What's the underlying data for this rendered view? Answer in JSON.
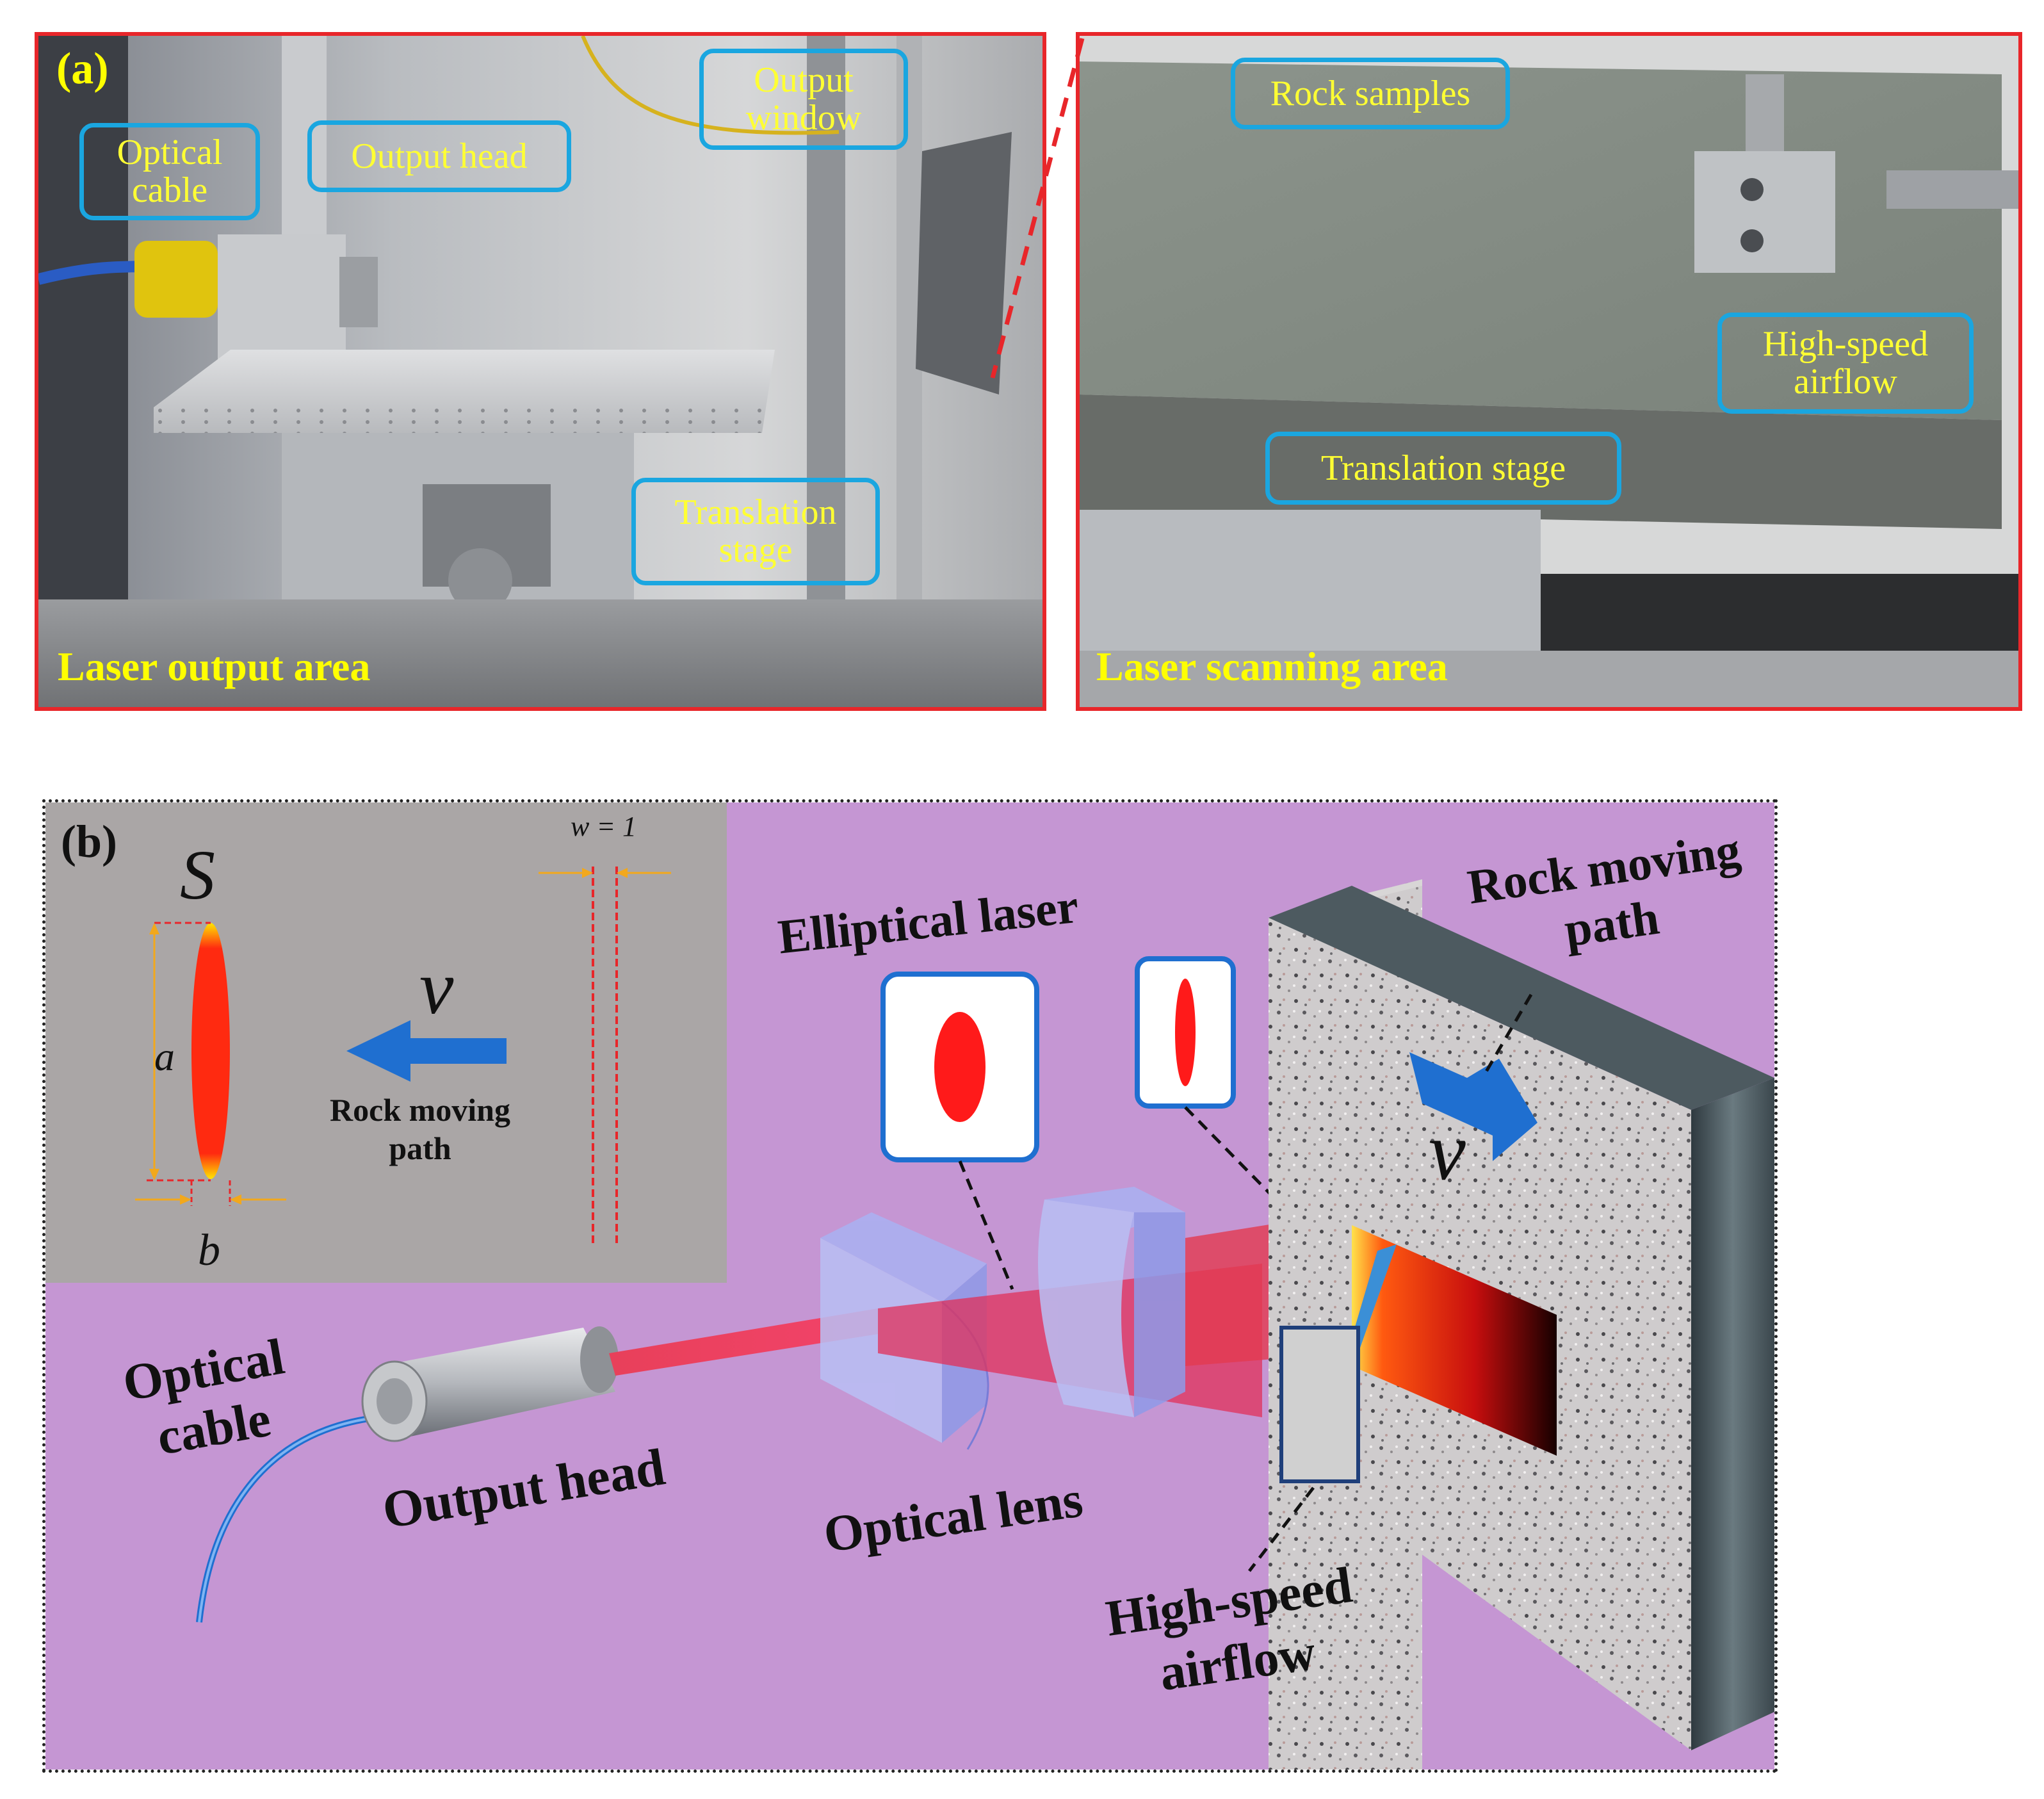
{
  "panel_a": {
    "letter": "(a)",
    "left": {
      "area_label": "Laser output area",
      "callouts": {
        "optical_cable": "Optical cable",
        "output_head": "Output head",
        "output_window": "Output window",
        "translation_stage": "Translation stage"
      }
    },
    "right": {
      "area_label": "Laser scanning area",
      "callouts": {
        "rock_samples": "Rock  samples",
        "high_speed_airflow": "High-speed airflow",
        "translation_stage": "Translation  stage"
      }
    }
  },
  "panel_b": {
    "letter": "(b)",
    "inset": {
      "s_symbol": "S",
      "a_symbol": "a",
      "b_symbol": "b",
      "v_symbol": "v",
      "w_label": "w = 1",
      "rock_moving_path": "Rock moving path"
    },
    "labels": {
      "elliptical_laser": "Elliptical laser",
      "rock_moving_path": "Rock moving path",
      "v_symbol": "v",
      "optical_cable": "Optical cable",
      "output_head": "Output head",
      "optical_lens": "Optical lens",
      "high_speed_airflow": "High-speed airflow"
    }
  },
  "colors": {
    "frame_red": "#e8262a",
    "callout_blue": "#1aa6e0",
    "label_yellow": "#ffff00",
    "panel_b_background": "#c596d3",
    "inset_background": "#aaa6a6",
    "arrow_blue": "#1f6fd0",
    "laser_red": "#ff1a1a"
  }
}
